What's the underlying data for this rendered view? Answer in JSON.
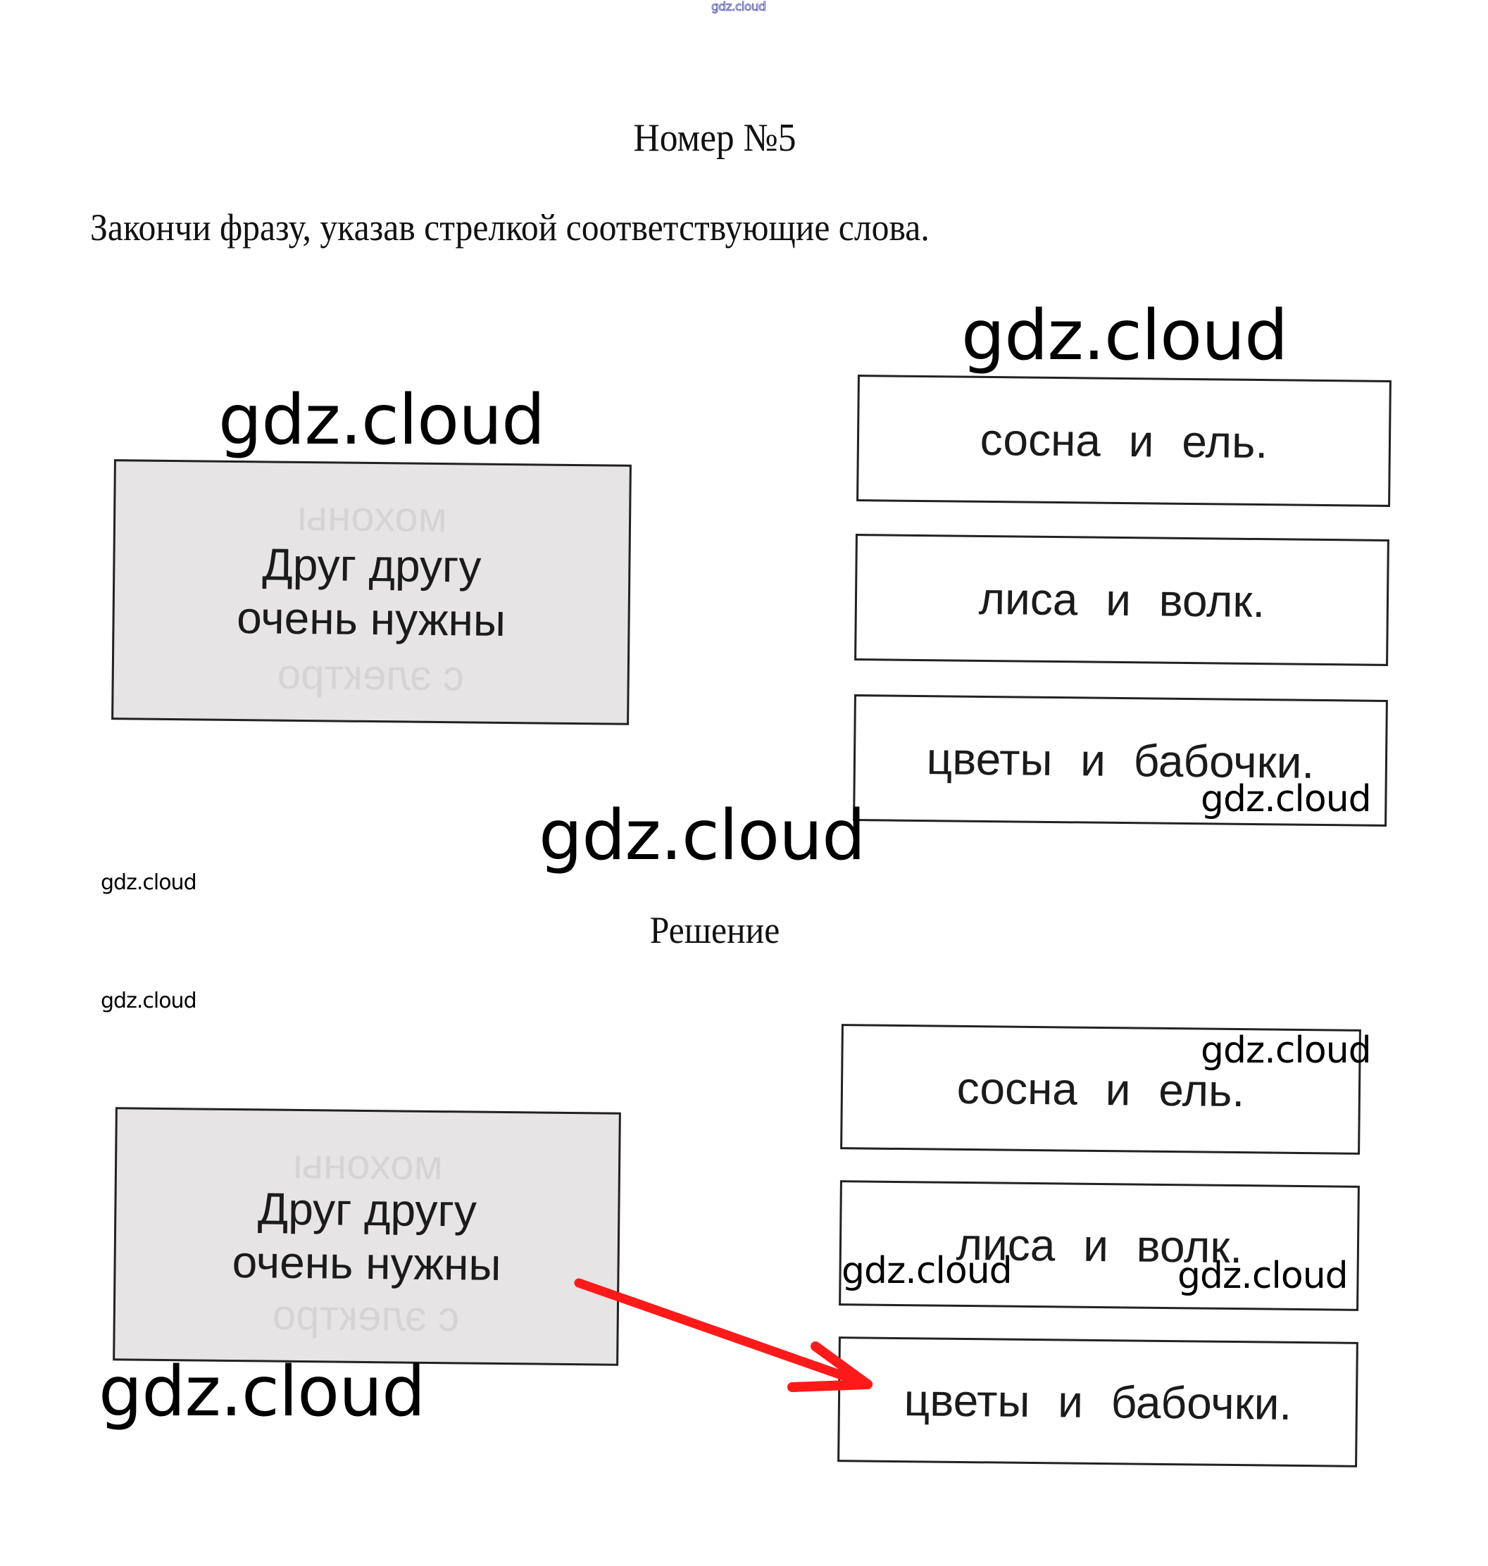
{
  "watermark": {
    "top": "gdz.cloud",
    "text": "gdz.cloud"
  },
  "task": {
    "title": "Номер №5",
    "instruction": "Закончи фразу, указав стрелкой соответствующие слова."
  },
  "exercise": {
    "phrase": [
      "Друг другу",
      "очень нужны"
    ],
    "options": [
      "сосна  и  ель.",
      "лиса  и  волк.",
      "цветы  и  бабочки."
    ]
  },
  "solution": {
    "title": "Решение",
    "phrase": [
      "Друг другу",
      "очень нужны"
    ],
    "options": [
      "сосна  и  ель.",
      "лиса  и  волк.",
      "цветы  и  бабочки."
    ],
    "answer_index": 2,
    "arrow_color": "#ff1a1a"
  }
}
